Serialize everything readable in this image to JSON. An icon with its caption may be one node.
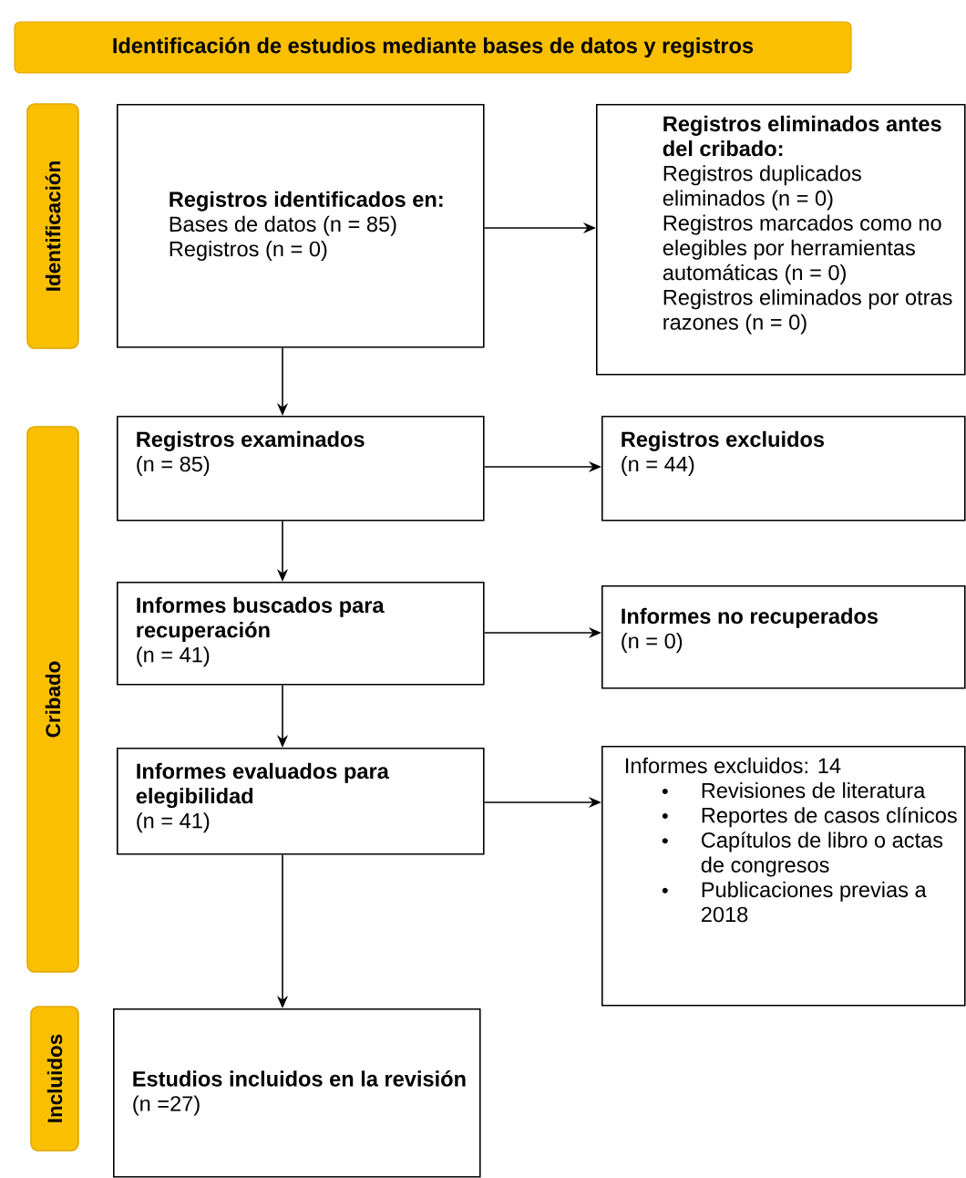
{
  "diagram": {
    "nodes": [
      {
        "text": [
          "Identificación de estudios mediante bases de datos y registros"
        ]
      },
      {
        "text": [
          "Identificación"
        ]
      },
      {
        "text": [
          "Registros identificados en:",
          "Bases de datos (n = 85)",
          "Registros (n = 0)"
        ]
      },
      {
        "text": [
          "Registros eliminados antes del cribado:",
          "Registros duplicados eliminados (n = 0)",
          "Registros marcados como no elegibles por herramientas automáticas (n = 0)",
          "Registros eliminados por otras razones (n = 0)"
        ]
      },
      {
        "text": [
          "Cribado"
        ]
      },
      {
        "text": [
          "Registros examinados",
          "(n = 85)"
        ]
      },
      {
        "text": [
          "Registros excluidos",
          "(n = 44)"
        ]
      },
      {
        "text": [
          "Informes buscados para recuperación",
          "(n = 41)"
        ]
      },
      {
        "text": [
          "Informes no recuperados",
          "(n = 0)"
        ]
      },
      {
        "text": [
          "Informes evaluados para elegibilidad",
          "(n = 41)"
        ]
      },
      {
        "text": [
          "Informes excluidos: 14",
          "Revisiones de literatura",
          "Reportes de casos clínicos",
          "Capítulos de libro o actas de congresos",
          "Publicaciones previas a 2018"
        ]
      },
      {
        "text": [
          "Incluidos"
        ]
      },
      {
        "text": [
          "Estudios incluidos en la revisión",
          "(n =27)"
        ]
      }
    ],
    "edges": [
      {
        "from": 2,
        "to": 3,
        "arrow": "to"
      },
      {
        "from": 2,
        "to": 5,
        "arrow": "to"
      },
      {
        "from": 5,
        "to": 6,
        "arrow": "to"
      },
      {
        "from": 5,
        "to": 7,
        "arrow": "to"
      },
      {
        "from": 7,
        "to": 8,
        "arrow": "to"
      },
      {
        "from": 7,
        "to": 9,
        "arrow": "to"
      },
      {
        "from": 9,
        "to": 10,
        "arrow": "to"
      },
      {
        "from": 9,
        "to": 12,
        "arrow": "to"
      }
    ]
  }
}
